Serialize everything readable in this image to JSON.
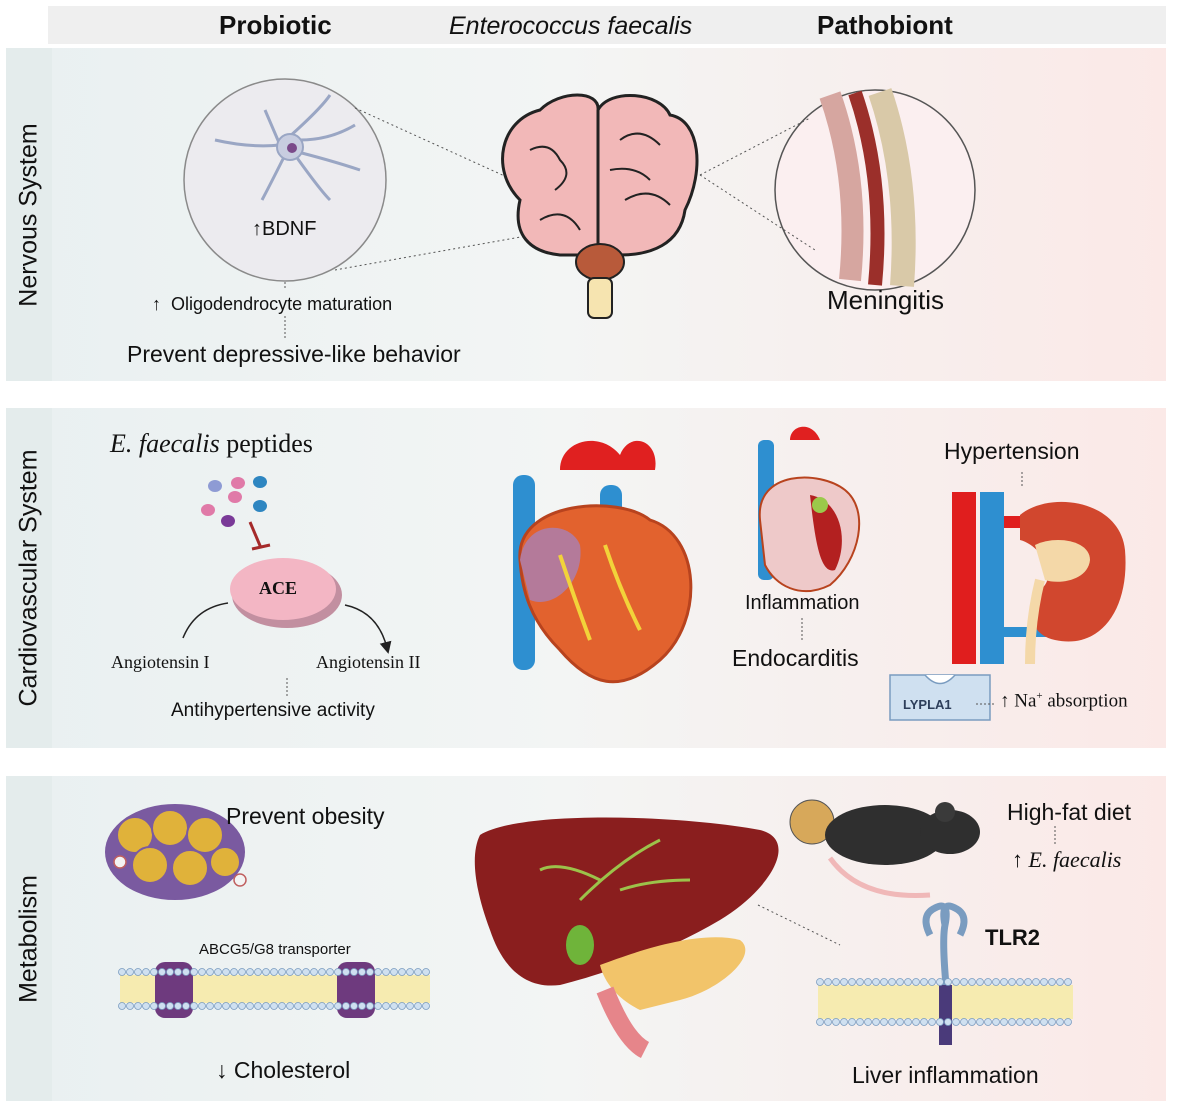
{
  "header": {
    "left": "Probiotic",
    "center": "Enterococcus faecalis",
    "right": "Pathobiont"
  },
  "sections": {
    "nervous": {
      "title": "Nervous System",
      "bdnf": "BDNF",
      "oligo": "Oligodendrocyte maturation",
      "prevent": "Prevent depressive-like behavior",
      "meningitis": "Meningitis"
    },
    "cardio": {
      "title": "Cardiovascular System",
      "peptides_italic": "E. faecalis",
      "peptides_rest": " peptides",
      "ace": "ACE",
      "ang1": "Angiotensin I",
      "ang2": "Angiotensin II",
      "antihyp": "Antihypertensive activity",
      "inflammation": "Inflammation",
      "endocarditis": "Endocarditis",
      "hypertension": "Hypertension",
      "lypla1": "LYPLA1",
      "na_prefix": "Na",
      "na_sup": "+",
      "na_rest": " absorption"
    },
    "metabolism": {
      "title": "Metabolism",
      "obesity": "Prevent obesity",
      "transporter": "ABCG5/G8 transporter",
      "cholesterol": "Cholesterol",
      "hfd": "High-fat diet",
      "efaecalis": "E. faecalis",
      "tlr2": "TLR2",
      "liver_inflammation": "Liver inflammation"
    }
  },
  "icons": [
    "up-arrow-icon",
    "down-arrow-icon",
    "brain-icon",
    "neuron-icon",
    "meninges-icon",
    "heart-icon",
    "kidney-icon",
    "adipocytes-icon",
    "membrane-icon",
    "liver-icon",
    "mouse-icon",
    "receptor-icon"
  ]
}
